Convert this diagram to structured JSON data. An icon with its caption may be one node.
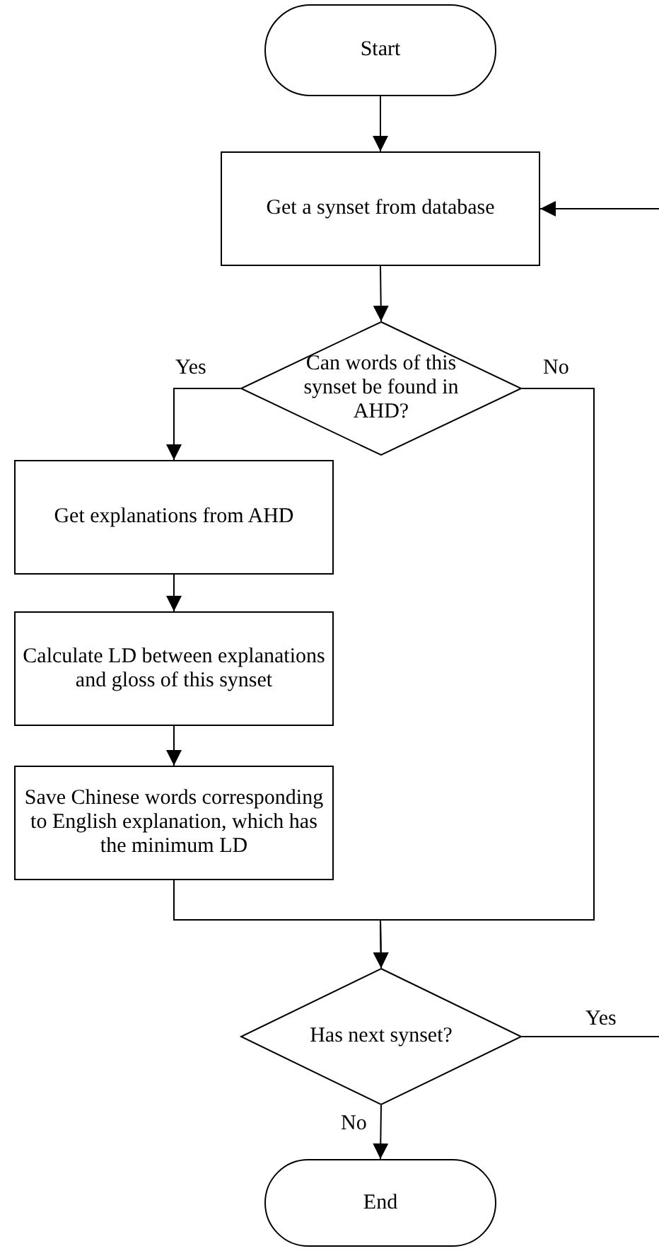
{
  "diagram": {
    "nodes": [
      {
        "text": [
          "Start"
        ]
      },
      {
        "text": [
          "Get a synset from database"
        ]
      },
      {
        "text": [
          "Can words of this synset be found in AHD?"
        ]
      },
      {
        "text": [
          "Get explanations from AHD"
        ]
      },
      {
        "text": [
          "Calculate LD between explanations and gloss of this synset"
        ]
      },
      {
        "text": [
          "Save Chinese words corresponding to English explanation, which has the minimum LD"
        ]
      },
      {
        "text": [
          "Has next synset?"
        ]
      },
      {
        "text": [
          "End"
        ]
      }
    ],
    "edges": [
      {
        "from": 0,
        "to": 1,
        "arrow": "to"
      },
      {
        "from": 1,
        "to": 2,
        "arrow": "to"
      },
      {
        "from": 2,
        "to": 3,
        "arrow": "to",
        "label": "Yes"
      },
      {
        "from": 3,
        "to": 4,
        "arrow": "to"
      },
      {
        "from": 4,
        "to": 5,
        "arrow": "to"
      },
      {
        "from": 5,
        "to": 6,
        "arrow": "to"
      },
      {
        "from": 2,
        "to": 6,
        "arrow": "to",
        "label": "No"
      },
      {
        "from": 6,
        "to": 7,
        "arrow": "to",
        "label": "No"
      },
      {
        "from": 6,
        "to": null,
        "arrow": "none",
        "label": "Yes"
      },
      {
        "from": null,
        "to": 1,
        "arrow": "to"
      }
    ]
  }
}
